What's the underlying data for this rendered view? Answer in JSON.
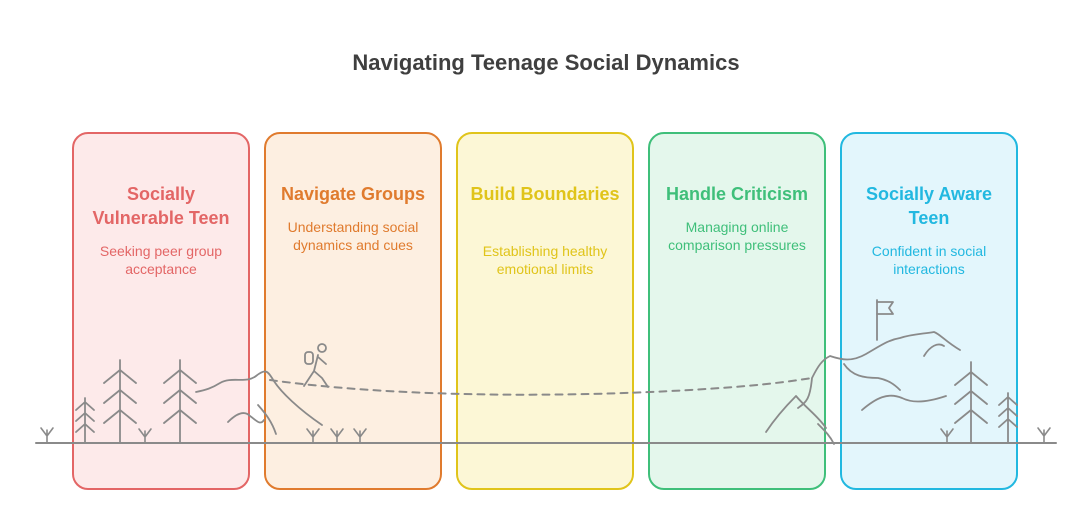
{
  "title": "Navigating Teenage Social Dynamics",
  "stages": [
    {
      "title": "Socially Vulnerable Teen",
      "desc": "Seeking peer group acceptance",
      "color": "#e36666",
      "bg": "#fdeaea"
    },
    {
      "title": "Navigate Groups",
      "desc": "Understanding social dynamics and cues",
      "color": "#e07b2e",
      "bg": "#fdefe1"
    },
    {
      "title": "Build Boundaries",
      "desc": "Establishing healthy emotional limits",
      "color": "#e0c41a",
      "bg": "#fcf7d6"
    },
    {
      "title": "Handle Criticism",
      "desc": "Managing online comparison pressures",
      "color": "#3fbf7a",
      "bg": "#e4f7ec"
    },
    {
      "title": "Socially Aware Teen",
      "desc": "Confident in social interactions",
      "color": "#22b8e0",
      "bg": "#e3f6fc"
    }
  ],
  "scene_stroke": "#8a8a8a",
  "icons": [
    "tree-icon",
    "hiker-icon",
    "flag-icon",
    "mountain-icon",
    "grass-icon"
  ]
}
